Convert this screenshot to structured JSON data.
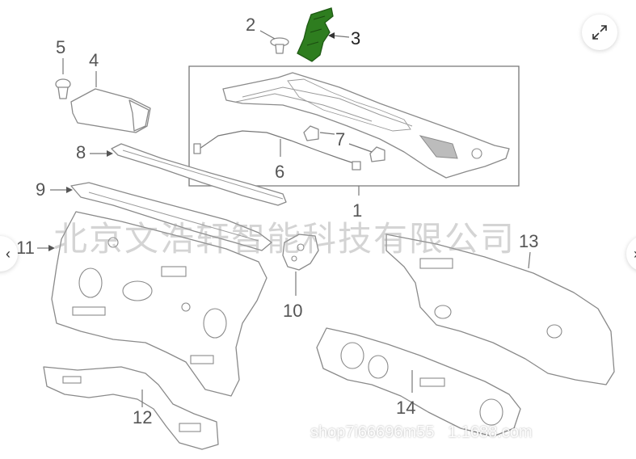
{
  "labels": {
    "p1": "1",
    "p2": "2",
    "p3": "3",
    "p4": "4",
    "p5": "5",
    "p6": "6",
    "p7": "7",
    "p8": "8",
    "p9": "9",
    "p10": "10",
    "p11": "11",
    "p12": "12",
    "p13": "13",
    "p14": "14"
  },
  "watermark": "北京文浩轩智能科技有限公司",
  "store_tag": "shop7i66696m55   1.1688.com",
  "colors": {
    "highlight": "#2e7d1f",
    "line": "#8a8a8a",
    "background": "#ffffff"
  },
  "controls": {
    "expand_icon": "expand-arrows-icon",
    "prev_icon": "chevron-left-icon",
    "next_icon": "chevron-right-icon"
  }
}
